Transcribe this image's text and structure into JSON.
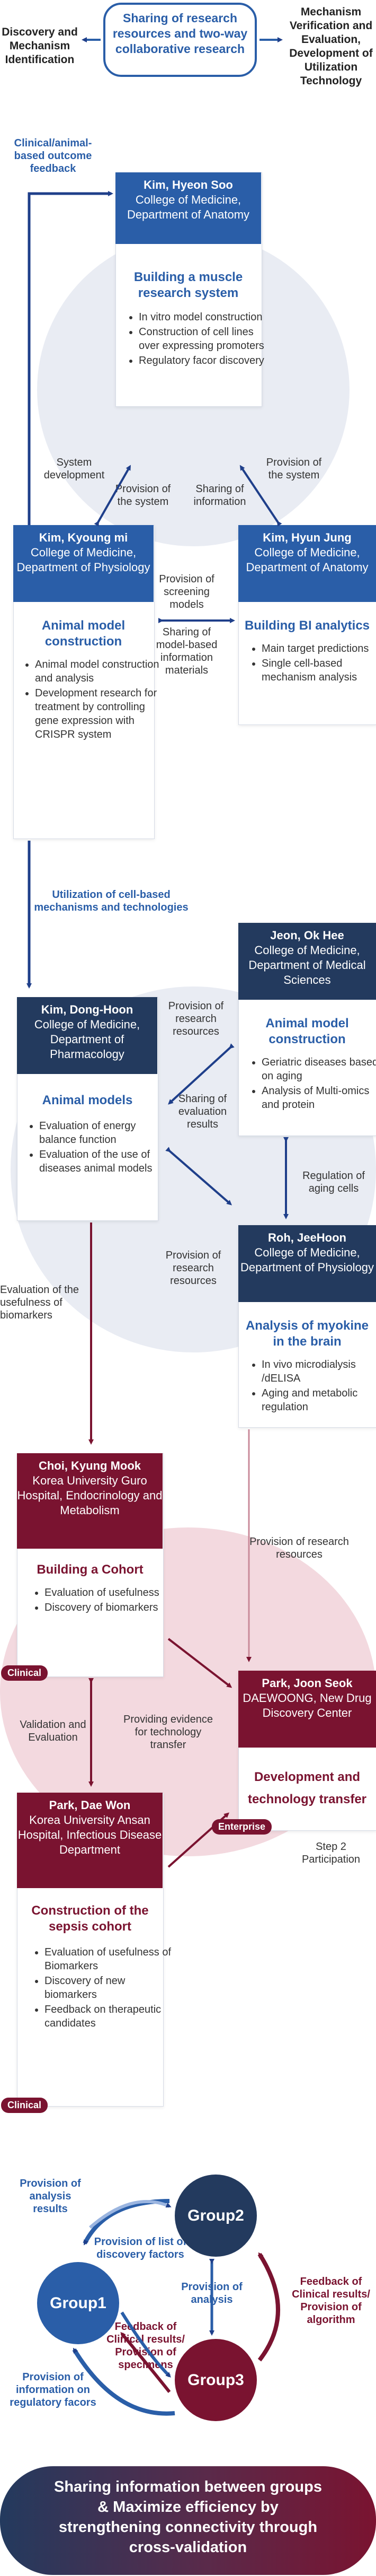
{
  "top": {
    "left": "Discovery and Mechanism Identification",
    "center": "Sharing of research resources and two-way collaborative research",
    "right": "Mechanism Verification and Evaluation, Development of Utilization Technology"
  },
  "feedback_label": "Clinical/animal-based outcome feedback",
  "cards": {
    "hyeonsoo": {
      "name": "Kim, Hyeon Soo",
      "affil": "College of Medicine, Department of Anatomy",
      "title": "Building a muscle research system",
      "items": [
        "In vitro model construction",
        "Construction of cell lines over expressing promoters",
        "Regulatory facor discovery"
      ]
    },
    "kyoungmi": {
      "name": "Kim, Kyoung mi",
      "affil": "College of Medicine, Department of Physiology",
      "title": "Animal model construction",
      "items": [
        "Animal model construction and analysis",
        "Development research for treatment by controlling gene expression with CRISPR system"
      ]
    },
    "hyunjung": {
      "name": "Kim, Hyun Jung",
      "affil": "College of Medicine, Department of Anatomy",
      "title": "Building BI analytics",
      "items": [
        "Main target predictions",
        "Single cell-based mechanism analysis"
      ]
    },
    "donghoon": {
      "name": "Kim, Dong-Hoon",
      "affil": "College of Medicine, Department of Pharmacology",
      "title": "Animal models",
      "items": [
        "Evaluation of energy balance function",
        "Evaluation of the use of diseases animal models"
      ]
    },
    "okhee": {
      "name": "Jeon, Ok Hee",
      "affil": "College of Medicine, Department of Medical Sciences",
      "title": "Animal model construction",
      "items": [
        "Geriatric diseases based on aging",
        "Analysis of Multi-omics and protein"
      ]
    },
    "jeehoon": {
      "name": "Roh, JeeHoon",
      "affil": "College of Medicine, Department of Physiology",
      "title": "Analysis of myokine in the brain",
      "items": [
        "In vivo microdialysis /dELISA",
        "Aging and metabolic regulation"
      ]
    },
    "kyungmook": {
      "name": "Choi, Kyung Mook",
      "affil": "Korea University Guro Hospital, Endocrinology and Metabolism",
      "title": "Building a Cohort",
      "items": [
        "Evaluation of usefulness",
        "Discovery of biomarkers"
      ]
    },
    "daewon": {
      "name": "Park, Dae Won",
      "affil": "Korea University Ansan Hospital, Infectious Disease Department",
      "title": "Construction of the sepsis cohort",
      "items": [
        "Evaluation of usefulness of Biomarkers",
        "Discovery of new biomarkers",
        "Feedback on therapeutic candidates"
      ]
    },
    "joonseok": {
      "name": "Park, Joon Seok",
      "affil": "DAEWOONG, New Drug Discovery Center",
      "title": "Development and technology transfer",
      "items": []
    }
  },
  "labels": {
    "system_dev": "System development",
    "provision_system_l": "Provision of the system",
    "sharing_info": "Sharing of information",
    "provision_system_r": "Provision of the system",
    "provision_screening": "Provision of screening models",
    "sharing_model_info": "Sharing of model-based information materials",
    "utilization": "Utilization of cell-based mechanisms and technologies",
    "prov_research_1": "Provision of research resources",
    "sharing_eval": "Sharing of evaluation results",
    "regulation_aging": "Regulation of aging cells",
    "prov_research_2": "Provision of research resources",
    "eval_biomarkers": "Evaluation of the usefulness of biomarkers",
    "prov_research_3": "Provision of research resources",
    "validation": "Validation and Evaluation",
    "evidence": "Providing evidence for technology transfer",
    "step2": "Step 2 Participation",
    "clinical": "Clinical",
    "enterprise": "Enterprise"
  },
  "groups": {
    "g1": "Group1",
    "g2": "Group2",
    "g3": "Group3",
    "prov_analysis_results": "Provision of analysis results",
    "prov_list": "Provision of list of discovery factors",
    "prov_analysis": "Provision of analysis",
    "feedback_clin_alg": "Feedback of Clinical results/ Provision of algorithm",
    "feedback_clin_spec": "Feedback of Clinical results/ Provision of specimens",
    "prov_regulatory": "Provision of information on regulatory facors"
  },
  "banner": "Sharing information between groups & Maximize efficiency by strengthening connectivity through cross-validation",
  "colors": {
    "blue": "#2a5ea8",
    "navy": "#233a5e",
    "maroon": "#7a1330",
    "light_circle": "#e9ecf3",
    "pink_circle": "#f3d9df"
  }
}
